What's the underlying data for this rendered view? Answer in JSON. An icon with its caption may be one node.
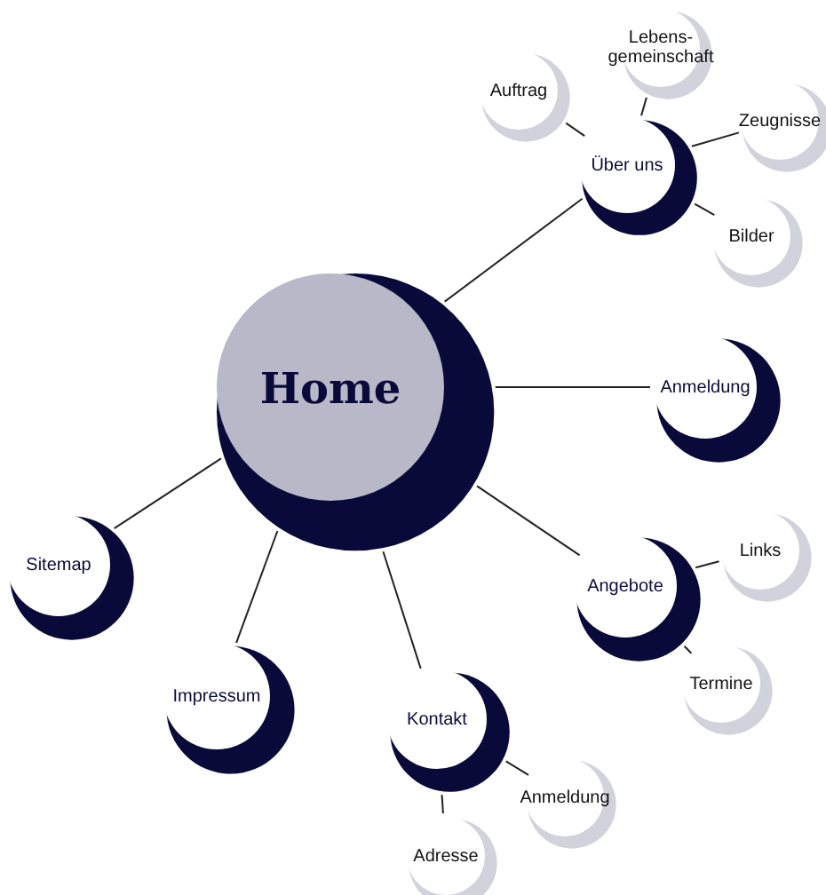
{
  "diagram": {
    "nodes": [
      {
        "text": [
          "Home"
        ]
      },
      {
        "text": [
          "Über uns"
        ]
      },
      {
        "text": [
          "Auftrag"
        ]
      },
      {
        "text": [
          "Lebens- gemeinschaft"
        ]
      },
      {
        "text": [
          "Zeugnisse"
        ]
      },
      {
        "text": [
          "Bilder"
        ]
      },
      {
        "text": [
          "Anmeldung"
        ]
      },
      {
        "text": [
          "Angebote"
        ]
      },
      {
        "text": [
          "Links"
        ]
      },
      {
        "text": [
          "Termine"
        ]
      },
      {
        "text": [
          "Kontakt"
        ]
      },
      {
        "text": [
          "Anmeldung"
        ]
      },
      {
        "text": [
          "Adresse"
        ]
      },
      {
        "text": [
          "Impressum"
        ]
      },
      {
        "text": [
          "Sitemap"
        ]
      }
    ],
    "edges": [
      {
        "from": 0,
        "to": 1,
        "arrow": "none"
      },
      {
        "from": 1,
        "to": 2,
        "arrow": "none"
      },
      {
        "from": 1,
        "to": 3,
        "arrow": "none"
      },
      {
        "from": 1,
        "to": 4,
        "arrow": "none"
      },
      {
        "from": 1,
        "to": 5,
        "arrow": "none"
      },
      {
        "from": 0,
        "to": 6,
        "arrow": "none"
      },
      {
        "from": 0,
        "to": 7,
        "arrow": "none"
      },
      {
        "from": 7,
        "to": 8,
        "arrow": "none"
      },
      {
        "from": 7,
        "to": 9,
        "arrow": "none"
      },
      {
        "from": 0,
        "to": 10,
        "arrow": "none"
      },
      {
        "from": 10,
        "to": 11,
        "arrow": "none"
      },
      {
        "from": 10,
        "to": 12,
        "arrow": "none"
      },
      {
        "from": 0,
        "to": 13,
        "arrow": "none"
      },
      {
        "from": 0,
        "to": 14,
        "arrow": "none"
      }
    ]
  }
}
